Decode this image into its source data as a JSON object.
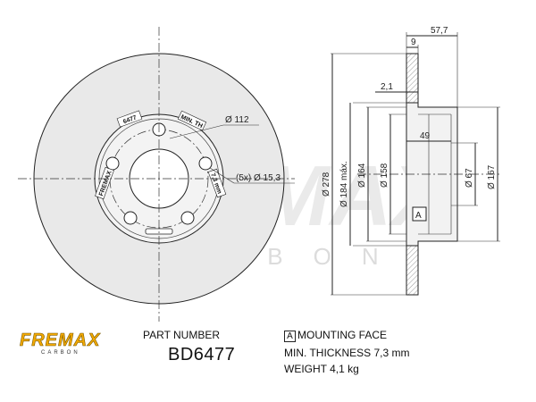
{
  "drawing": {
    "watermark": {
      "brand": "FREMAX",
      "sub": "CARBON"
    },
    "front_view": {
      "bolt_circle": "Ø 112",
      "holes": "(5x) Ø 15,3",
      "hub_labels": [
        "6477",
        "MIN. TH",
        "7,3 mm",
        "FREMAX"
      ]
    },
    "section_view": {
      "overall_width": "57,7",
      "hat_thickness": "9",
      "offset": "2,1",
      "hat_depth": "49",
      "d_outer": "Ø 278",
      "d_friction": "Ø 184 máx.",
      "d_hat_outer": "Ø 164",
      "d_hat_inner": "Ø 158",
      "d_center": "Ø 67",
      "d_hat_bottom": "Ø 167",
      "datum": "A"
    }
  },
  "footer": {
    "brand": "FREMAX",
    "brand_sub": "CARBON",
    "part_number_label": "PART NUMBER",
    "part_number": "BD6477",
    "datum": "A",
    "mounting_face": "MOUNTING FACE",
    "min_thickness": "MIN. THICKNESS 7,3 mm",
    "weight": "WEIGHT 4,1 kg"
  }
}
